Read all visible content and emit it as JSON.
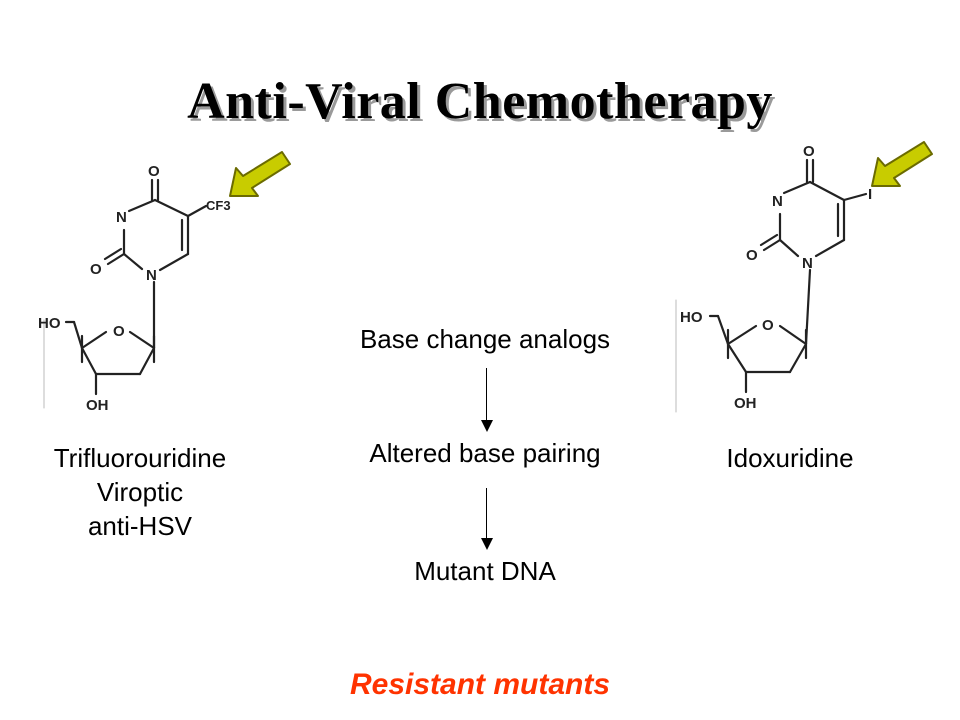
{
  "title": "Anti-Viral Chemotherapy",
  "left_compound": {
    "lines": [
      "Trifluorouridine",
      "Viroptic",
      "anti-HSV"
    ],
    "atoms": {
      "o_top": "O",
      "n3": "N",
      "o2": "O",
      "n1": "N",
      "cf3": "CF3",
      "ho": "HO",
      "ring_o": "O",
      "oh": "OH"
    }
  },
  "right_compound": {
    "lines": [
      "Idoxuridine"
    ],
    "atoms": {
      "o_top": "O",
      "n3": "N",
      "o2": "O",
      "n1": "N",
      "iodo": "I",
      "ho": "HO",
      "ring_o": "O",
      "oh": "OH"
    }
  },
  "flow": {
    "step1": "Base change analogs",
    "step2": "Altered base pairing",
    "step3": "Mutant DNA"
  },
  "conclusion": "Resistant mutants",
  "colors": {
    "conclusion": "#ff3300",
    "arrow_fill": "#c8cc00",
    "arrow_stroke": "#6b6b00",
    "title_shadow": "#9a9a9a"
  }
}
